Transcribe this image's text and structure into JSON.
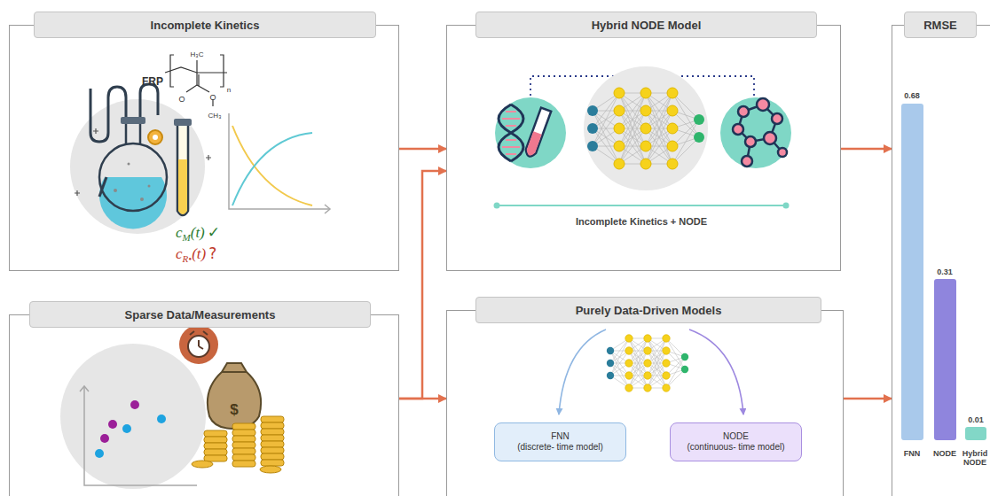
{
  "diagram": {
    "nodes": [
      {
        "text": [
          "Incomplete Kinetics"
        ]
      },
      {
        "text": [
          "Sparse Data/Measurements"
        ]
      },
      {
        "text": [
          "Hybrid NODE Model"
        ]
      },
      {
        "text": [
          "Purely Data-Driven Models"
        ]
      },
      {
        "text": [
          "FNN",
          "(discrete- time model)"
        ],
        "in": 3
      },
      {
        "text": [
          "NODE",
          "(continuous- time model)"
        ],
        "in": 3
      },
      {
        "text": [
          "RMSE"
        ]
      }
    ],
    "edges": [
      {
        "from": 0,
        "to": 2,
        "arrow": "to"
      },
      {
        "from": 1,
        "to": 2,
        "arrow": "to"
      },
      {
        "from": 1,
        "to": 3,
        "arrow": "to"
      },
      {
        "from": 2,
        "to": 6,
        "arrow": "to"
      },
      {
        "from": 3,
        "to": 6,
        "arrow": "to"
      }
    ],
    "labels": [
      "FRP",
      "H₃C",
      "O",
      "O",
      "CH₃",
      "n",
      "c",
      "M",
      "(t)",
      "✓",
      "c",
      "R•",
      "(t)",
      "?",
      "$",
      "Incomplete Kinetics + NODE",
      "0.68",
      "0.31",
      "0.01",
      "FNN",
      "NODE",
      "Hybrid NODE"
    ]
  }
}
